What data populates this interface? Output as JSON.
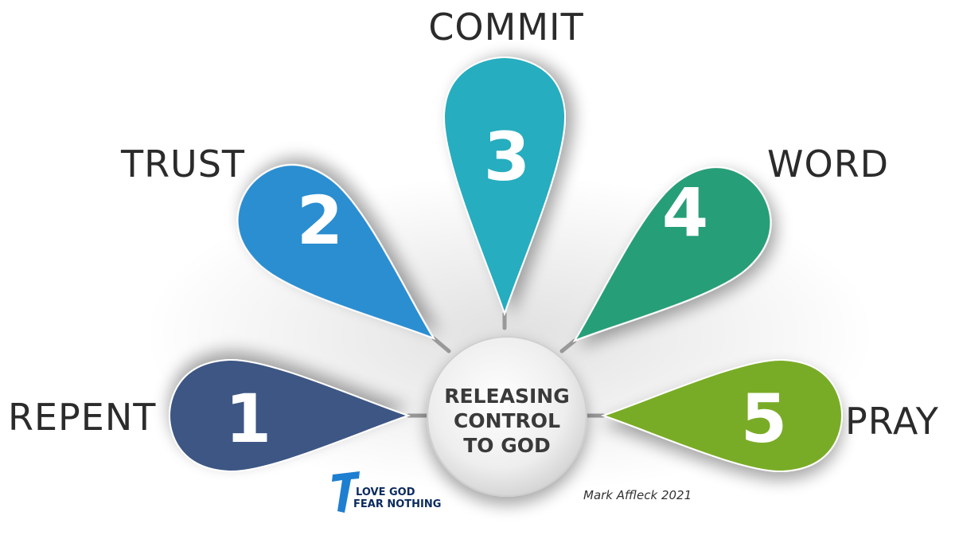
{
  "steps": [
    {
      "number": "1",
      "label": "REPENT",
      "color": "#3e5684"
    },
    {
      "number": "2",
      "label": "TRUST",
      "color": "#2a8ed1"
    },
    {
      "number": "3",
      "label": "COMMIT",
      "color": "#26adbf"
    },
    {
      "number": "4",
      "label": "WORD",
      "color": "#289e78"
    },
    {
      "number": "5",
      "label": "PRAY",
      "color": "#79ac25"
    }
  ],
  "center": {
    "line1": "RELEASING",
    "line2": "CONTROL",
    "line3": "TO GOD"
  },
  "logo": {
    "line1": "LOVE GOD",
    "line2": "FEAR NOTHING",
    "color": "#1e7fd0"
  },
  "credit": "Mark Affleck 2021"
}
